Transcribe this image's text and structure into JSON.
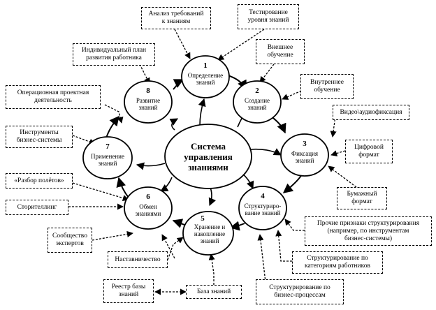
{
  "center": {
    "title": "Система\nуправления\nзнаниями"
  },
  "stages": [
    {
      "num": "1",
      "label": "Определение\nзнаний"
    },
    {
      "num": "2",
      "label": "Создание\nзнаний"
    },
    {
      "num": "3",
      "label": "Фиксация\nзнаний"
    },
    {
      "num": "4",
      "label": "Структуриро-\nвание знаний"
    },
    {
      "num": "5",
      "label": "Хранение и\nнакопление\nзнаний"
    },
    {
      "num": "6",
      "label": "Обмен\nзнаниями"
    },
    {
      "num": "7",
      "label": "Применение\nзнаний"
    },
    {
      "num": "8",
      "label": "Развитие\nзнаний"
    }
  ],
  "notes": {
    "analysis": "Анализ требований\nк знаниям",
    "testing": "Тестирование\nуровня знаний",
    "external": "Внешнее\nобучение",
    "internal": "Внутреннее\nобучение",
    "video": "Видео\\аудиофиксация",
    "digital": "Цифровой\nформат",
    "paper": "Бумажный\nформат",
    "other_struct": "Прочие признаки структурирования\n(например, по инструментам\nбизнес-системы)",
    "struct_cat": "Структурирование по\nкатегориям работников",
    "struct_proc": "Структурирование по\nбизнес-процессам",
    "kb": "База знаний",
    "kb_registry": "Реестр базы\nзнаний",
    "mentoring": "Наставничество",
    "community": "Сообщество\nэкспертов",
    "storytelling": "Сторителлинг",
    "debrief": "«Разбор полётов»",
    "tools": "Инструменты\nбизнес-системы",
    "operational": "Операционная проектная\nдеятельность",
    "ind_plan": "Индивидуальный план\nразвития работника"
  }
}
